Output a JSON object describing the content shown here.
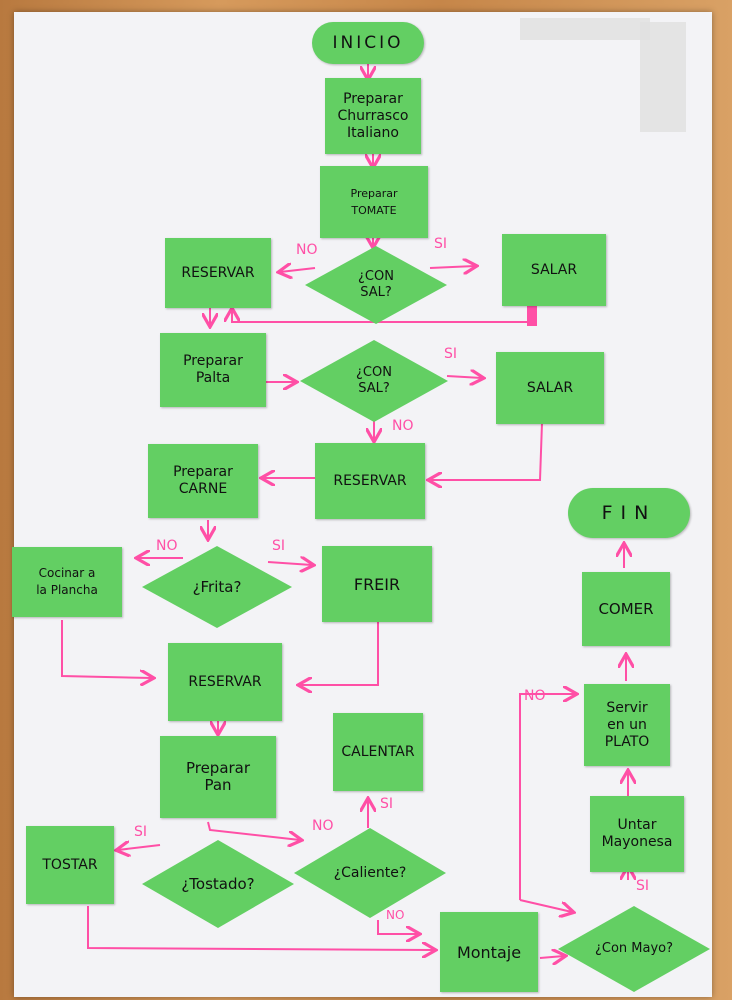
{
  "flowchart": {
    "start": "INICIO",
    "end": "FIN",
    "steps": {
      "preparar_churrasco": "Preparar\nChurrasco\nItaliano",
      "preparar_tomate": "Preparar\nTOMATE",
      "reservar_1": "RESERVAR",
      "salar_1": "SALAR",
      "preparar_palta": "Preparar\nPalta",
      "salar_2": "SALAR",
      "reservar_2": "RESERVAR",
      "preparar_carne": "Preparar\nCARNE",
      "cocinar_plancha": "Cocinar a\nla Plancha",
      "freir": "FREIR",
      "reservar_3": "RESERVAR",
      "preparar_pan": "Preparar\nPan",
      "calentar": "CALENTAR",
      "tostar": "TOSTAR",
      "montaje": "Montaje",
      "untar_mayonesa": "Untar\nMayonesa",
      "servir": "Servir\nen un\nPLATO",
      "comer": "COMER"
    },
    "decisions": {
      "con_sal_1": "¿CON\nSAL?",
      "con_sal_2": "¿CON\nSAL?",
      "frita": "¿Frita?",
      "tostado": "¿Tostado?",
      "caliente": "¿Caliente?",
      "con_mayo": "¿Con Mayo?"
    },
    "edge_labels": {
      "no_1": "NO",
      "si_1": "SI",
      "si_2": "SI",
      "no_2": "NO",
      "no_3": "NO",
      "si_3": "SI",
      "si_4": "SI",
      "no_4": "NO",
      "si_5": "SI",
      "no_5": "NO",
      "no_6": "NO",
      "si_6": "SI"
    }
  },
  "colors": {
    "node": "#63cf63",
    "arrow": "#ff4fa6",
    "paper": "#f3f3f6"
  }
}
